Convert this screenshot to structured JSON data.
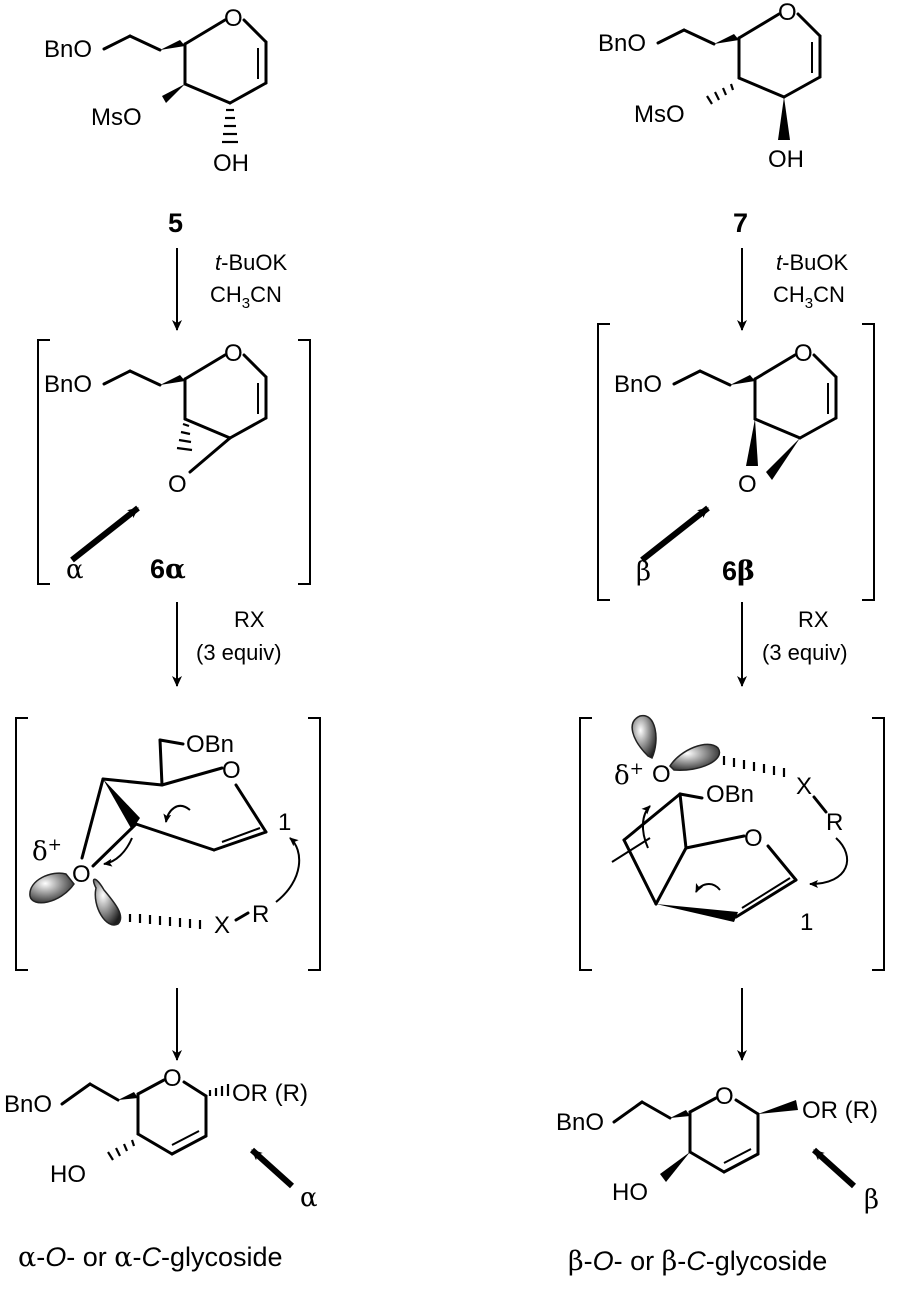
{
  "left": {
    "compound_number": "5",
    "conditions_reagent_italic": "t",
    "conditions_reagent_rest": "-BuOK",
    "conditions_solvent_a": "CH",
    "conditions_solvent_sub": "3",
    "conditions_solvent_b": "CN",
    "epoxide_label_num": "6",
    "epoxide_label_greek": "α",
    "attack_label": "α",
    "reagent": "RX",
    "reagent_amount": "(3 equiv)",
    "ts_delta": "δ",
    "ts_plus": "+",
    "ts_x": "X",
    "ts_r": "R",
    "ts_c1": "1",
    "product_attack_label": "α",
    "product_caption_greek1": "α",
    "product_caption_italic1": "O",
    "product_caption_mid": "- or ",
    "product_caption_greek2": "α",
    "product_caption_italic2": "C",
    "product_caption_end": "-glycoside"
  },
  "right": {
    "compound_number": "7",
    "conditions_reagent_italic": "t",
    "conditions_reagent_rest": "-BuOK",
    "conditions_solvent_a": "CH",
    "conditions_solvent_sub": "3",
    "conditions_solvent_b": "CN",
    "epoxide_label_num": "6",
    "epoxide_label_greek": "β",
    "attack_label": "β",
    "reagent": "RX",
    "reagent_amount": "(3 equiv)",
    "ts_delta": "δ",
    "ts_plus": "+",
    "ts_x": "X",
    "ts_r": "R",
    "ts_c1": "1",
    "product_attack_label": "β",
    "product_caption_greek1": "β",
    "product_caption_italic1": "O",
    "product_caption_mid": "- or ",
    "product_caption_greek2": "β",
    "product_caption_italic2": "C",
    "product_caption_end": "-glycoside"
  },
  "atoms": {
    "bno": "BnO",
    "obn": "OBn",
    "mso": "MsO",
    "oh": "OH",
    "ho": "HO",
    "o": "O",
    "or_r": "OR (R)"
  }
}
